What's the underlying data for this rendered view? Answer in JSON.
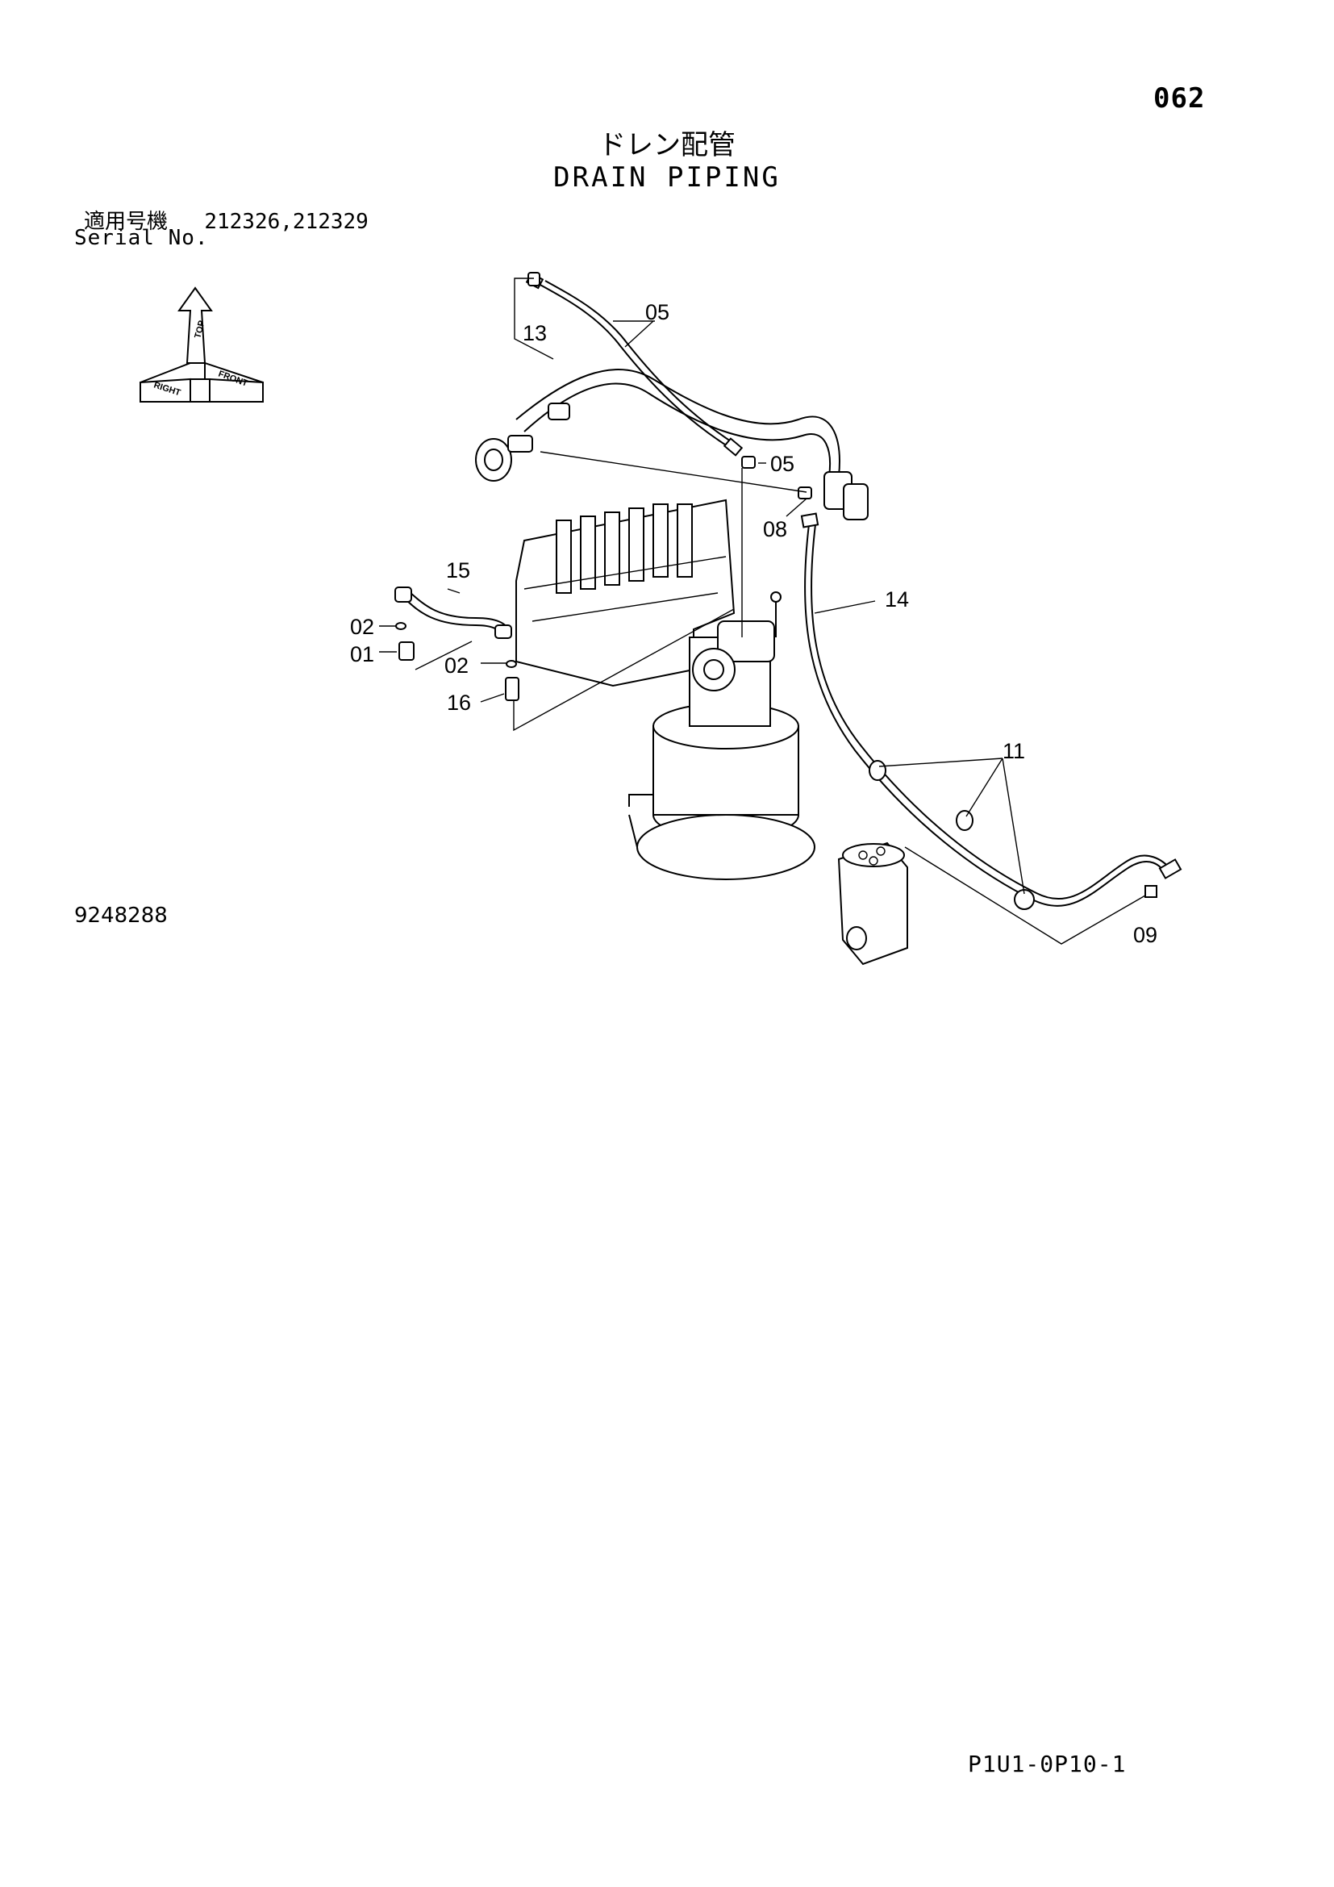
{
  "header": {
    "page_number": "062",
    "title_jp": "ドレン配管",
    "title_en": "DRAIN PIPING"
  },
  "serial": {
    "label_jp": "適用号機",
    "numbers": "212326,212329",
    "label_en": "Serial No."
  },
  "orientation_icon": {
    "top": "TOP",
    "right": "RIGHT",
    "front": "FRONT"
  },
  "callouts": [
    "13",
    "05",
    "05",
    "08",
    "15",
    "14",
    "02",
    "01",
    "02",
    "16",
    "11",
    "09"
  ],
  "footer": {
    "figure_number": "9248288",
    "doc_code": "P1U1-0P10-1"
  }
}
